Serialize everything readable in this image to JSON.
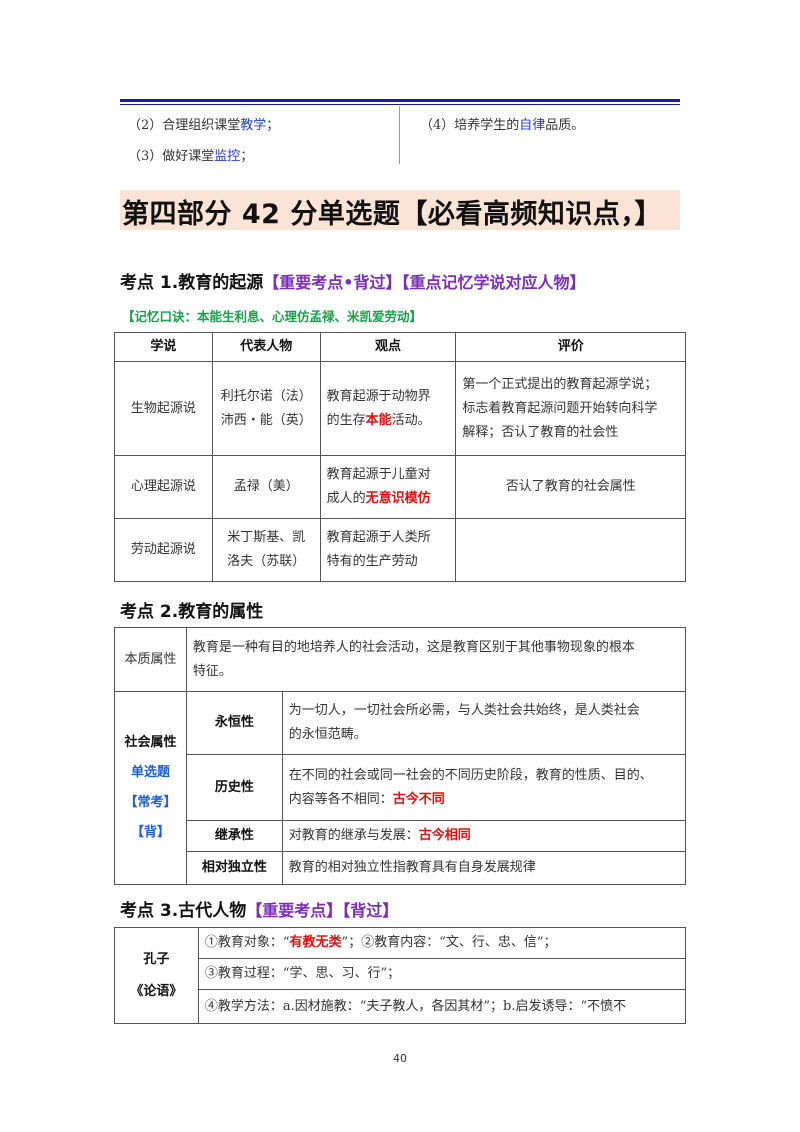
{
  "top_list": {
    "item2_prefix": "（2）合理组织课堂",
    "item2_hl": "教学",
    "item2_suffix": "；",
    "item3_prefix": "（3）做好课堂",
    "item3_hl": "监控",
    "item3_suffix": "；",
    "item4_prefix": "（4）培养学生的",
    "item4_hl": "自律",
    "item4_suffix": "品质。"
  },
  "banner": {
    "title": "第四部分 42 分单选题【必看高频知识点，】"
  },
  "section1": {
    "title": "考点 1.教育的起源",
    "tag1": "【重要考点•背过】",
    "tag2": "【重点记忆学说对应人物】",
    "mnemonic": "【记忆口诀：本能生利息、心理仿孟禄、米凯爱劳动】",
    "headers": [
      "学说",
      "代表人物",
      "观点",
      "评价"
    ],
    "rows": [
      {
        "theory": "生物起源说",
        "person_line1": "利托尔诺（法）",
        "person_line2": "沛西・能（英）",
        "view_line1": "教育起源于动物界",
        "view_line2_prefix": "的生存",
        "view_line2_hl": "本能",
        "view_line2_suffix": "活动。",
        "eval_line1": "第一个正式提出的教育起源学说；",
        "eval_line2": "标志着教育起源问题开始转向科学",
        "eval_line3": "解释；否认了教育的社会性"
      },
      {
        "theory": "心理起源说",
        "person_line1": "孟禄（美）",
        "view_line1": "教育起源于儿童对",
        "view_line2_prefix": "成人的",
        "view_line2_hl": "无意识模仿",
        "eval_line1": "否认了教育的社会属性"
      },
      {
        "theory": "劳动起源说",
        "person_line1": "米丁斯基、凯",
        "person_line2": "洛夫（苏联）",
        "view_line1": "教育起源于人类所",
        "view_line2": "特有的生产劳动"
      }
    ]
  },
  "section2": {
    "title": "考点 2.教育的属性",
    "essence_label": "本质属性",
    "essence_line1": "教育是一种有目的地培养人的社会活动，这是教育区别于其他事物现象的根本",
    "essence_line2": "特征。",
    "social_label": "社会属性",
    "social_note1": "单选题",
    "social_note2": "【常考】",
    "social_note3": "【背】",
    "rows": [
      {
        "name": "永恒性",
        "line1": "为一切人，一切社会所必需，与人类社会共始终，是人类社会",
        "line2": "的永恒范畴。"
      },
      {
        "name": "历史性",
        "line1": "在不同的社会或同一社会的不同历史阶段，教育的性质、目的、",
        "line2_prefix": "内容等各不相同：",
        "line2_hl": "古今不同"
      },
      {
        "name": "继承性",
        "line1_prefix": "对教育的继承与发展：",
        "line1_hl": "古今相同"
      },
      {
        "name": "相对独立性",
        "line1": "教育的相对独立性指教育具有自身发展规律"
      }
    ]
  },
  "section3": {
    "title": "考点 3.古代人物",
    "tag1": "【重要考点】",
    "tag2": "【背过】",
    "person": "孔子",
    "book": "《论语》",
    "row1_prefix": "①教育对象：“",
    "row1_hl": "有教无类",
    "row1_suffix": "”；②教育内容：“文、行、忠、信”；",
    "row2": "③教育过程：“学、思、习、行”；",
    "row3": "④教学方法：a.因材施教：“夫子教人，各因其材”；b.启发诱导：“不愤不"
  },
  "page_number": "40"
}
